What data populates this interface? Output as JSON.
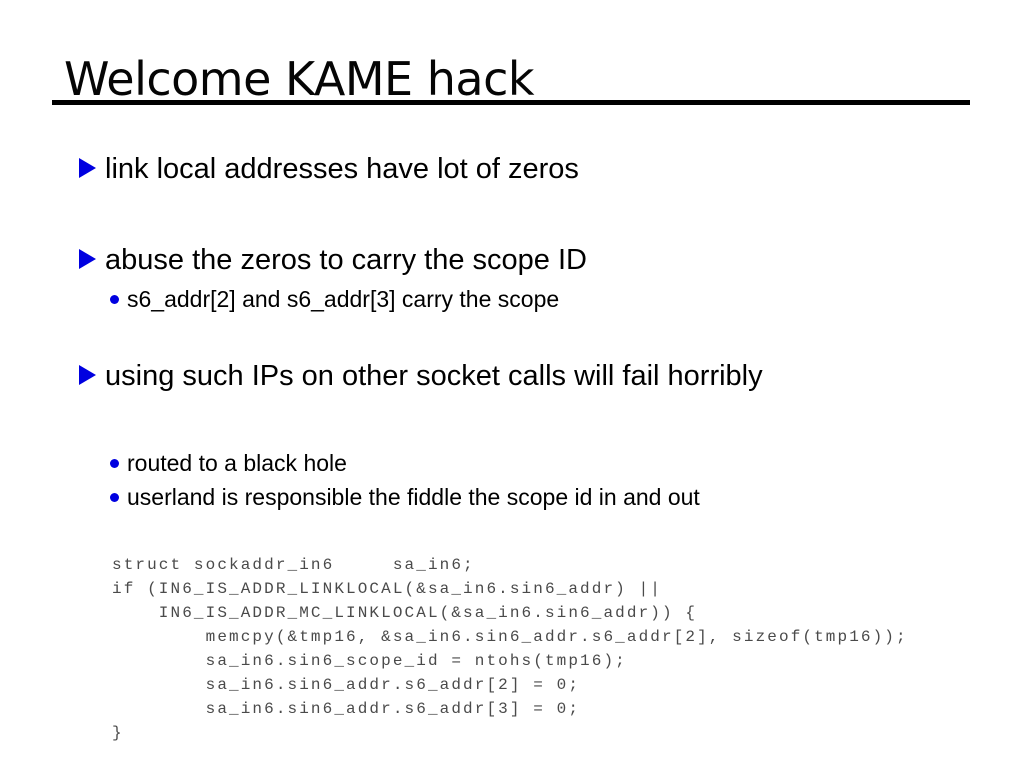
{
  "slide": {
    "title": "Welcome KAME hack",
    "accent_color": "#0000e0",
    "text_color": "#000000",
    "code_color": "#4a4a4a",
    "bullets": [
      {
        "text": "link local addresses have lot of zeros"
      },
      {
        "text": "abuse the zeros to carry the scope ID"
      },
      {
        "text": "using such IPs on other socket calls will fail horribly"
      }
    ],
    "sub_bullets": [
      {
        "text": "s6_addr[2] and s6_addr[3] carry the scope"
      },
      {
        "text": "routed to a black hole"
      },
      {
        "text": "userland is responsible the fiddle the scope id in and out"
      }
    ],
    "code_lines": [
      "struct sockaddr_in6     sa_in6;",
      "if (IN6_IS_ADDR_LINKLOCAL(&sa_in6.sin6_addr) ||",
      "    IN6_IS_ADDR_MC_LINKLOCAL(&sa_in6.sin6_addr)) {",
      "        memcpy(&tmp16, &sa_in6.sin6_addr.s6_addr[2], sizeof(tmp16));",
      "        sa_in6.sin6_scope_id = ntohs(tmp16);",
      "        sa_in6.sin6_addr.s6_addr[2] = 0;",
      "        sa_in6.sin6_addr.s6_addr[3] = 0;",
      "}"
    ]
  }
}
